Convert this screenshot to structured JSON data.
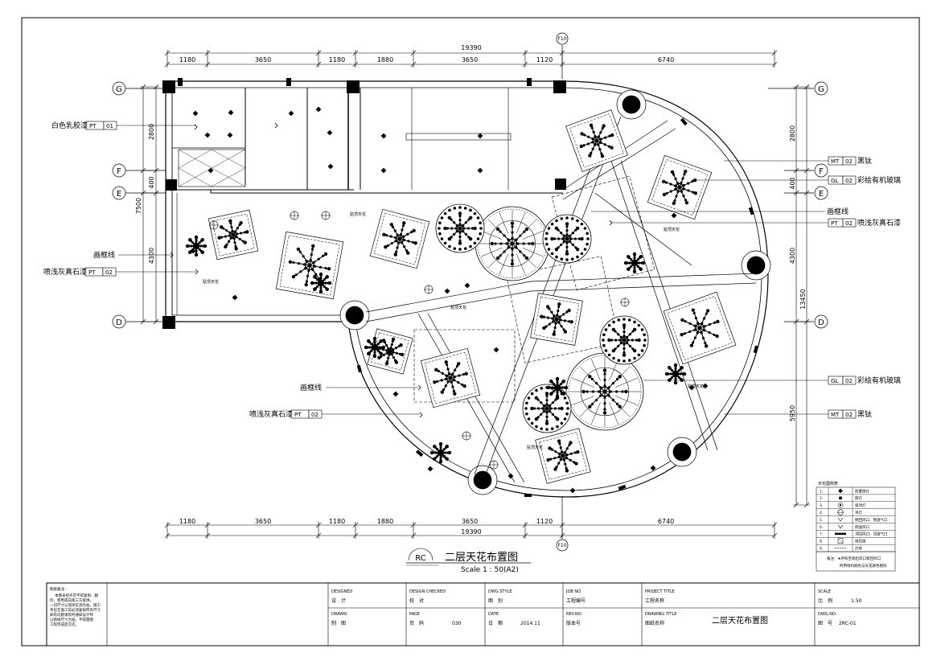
{
  "dimensions": {
    "top": [
      "1180",
      "3650",
      "1180",
      "1880",
      "3650",
      "1120",
      "6740"
    ],
    "top_total": "19390",
    "bottom": [
      "1180",
      "3650",
      "1180",
      "1880",
      "3650",
      "1120",
      "6740"
    ],
    "bottom_total": "19390",
    "left": [
      "2800",
      "400",
      "4300"
    ],
    "left_total": "7500",
    "right": [
      "2800",
      "400",
      "4300",
      "5950"
    ],
    "right_total": "13450"
  },
  "grid": {
    "g_left": "G",
    "f_left": "F",
    "e_left": "E",
    "d_left": "D",
    "g_right": "G",
    "f_right": "F",
    "e_right": "E",
    "d_right": "D",
    "top_bubble": "F10",
    "bottom_bubble": "F10"
  },
  "callouts": {
    "white_latex": {
      "name": "白色乳胶漆",
      "code": "PT",
      "num": "01"
    },
    "frame_line_left": "画框线",
    "spray_left": {
      "name": "喷浅灰真石漆",
      "code": "PT",
      "num": "02"
    },
    "frame_line_mid": "画框线",
    "spray_mid": {
      "name": "喷浅灰真石漆",
      "code": "PT",
      "num": "02"
    },
    "black_ti_1": {
      "code": "MT",
      "num": "02",
      "name": "黑钛"
    },
    "glass_1": {
      "code": "GL",
      "num": "02",
      "name": "彩绘有机玻璃"
    },
    "frame_line_right": "画框线",
    "spray_right": {
      "code": "PT",
      "num": "02",
      "name": "喷浅灰真石漆"
    },
    "glass_2": {
      "code": "GL",
      "num": "02",
      "name": "彩绘有机玻璃"
    },
    "black_ti_2": {
      "code": "MT",
      "num": "02",
      "name": "黑钛"
    },
    "ceiling_note": "贴顶天花"
  },
  "title": {
    "badge": "RC",
    "name": "二层天花布置图",
    "scale": "Scale 1 : 50(A2)"
  },
  "legend": {
    "heading": "天花图例表",
    "rows": [
      {
        "no": "1.",
        "desc": "防雾筒灯"
      },
      {
        "no": "2.",
        "desc": "筒灯"
      },
      {
        "no": "3.",
        "desc": "吸顶灯"
      },
      {
        "no": "4.",
        "desc": "吊灯"
      },
      {
        "no": "5.",
        "desc": "侧回风口、侧送气口"
      },
      {
        "no": "6.",
        "desc": "侧送风口"
      },
      {
        "no": "7.",
        "desc": "顶回风口、顶送气口"
      },
      {
        "no": "8.",
        "desc": "排风扇"
      },
      {
        "no": "9.",
        "desc": "灯带"
      }
    ],
    "note1": "备注：★所有空调出风口和回风口",
    "note2": "所用材料颜色与天花颜色相同"
  },
  "titleblock": {
    "notes_heading": "图纸备注：",
    "notes_lines": [
      "本图未经许可不得复制、翻",
      "印、使用或向第三方提供。",
      "一切尺寸以现场实测为准，施工",
      "单位在施工前必须复核所有尺寸",
      "如有问题请及时通知设计师",
      "以图纸尺寸为准，不得量图",
      "工程完成后交还。"
    ],
    "designed_label": "DESIGNED",
    "designed_cn": "设　计",
    "check_label": "DESIGN CHECKED",
    "check_cn": "校　对",
    "style_label": "DWG.STYLE",
    "style_cn": "图　别",
    "job_label": "JOB NO.",
    "job_cn": "工程编号",
    "project_label": "PROJECT TITLE",
    "project_cn": "工程名称",
    "scale_label": "SCALE",
    "scale_cn": "比　例",
    "scale_val": "1:50",
    "drawn_label": "DRAWN",
    "drawn_cn": "制　图",
    "page_label": "PAGE",
    "page_cn": "页　码",
    "page_val": "030",
    "date_label": "DATE",
    "date_cn": "日　期",
    "date_val": "2014.11",
    "rev_label": "REV.NO.",
    "rev_cn": "版本号",
    "drawing_label": "DRAWING TITLE",
    "drawing_cn": "图纸名称",
    "drawing_val": "二层天花布置图",
    "dwgno_label": "DWG.NO.",
    "dwgno_cn": "图　号",
    "dwgno_val": "2RC-01"
  }
}
